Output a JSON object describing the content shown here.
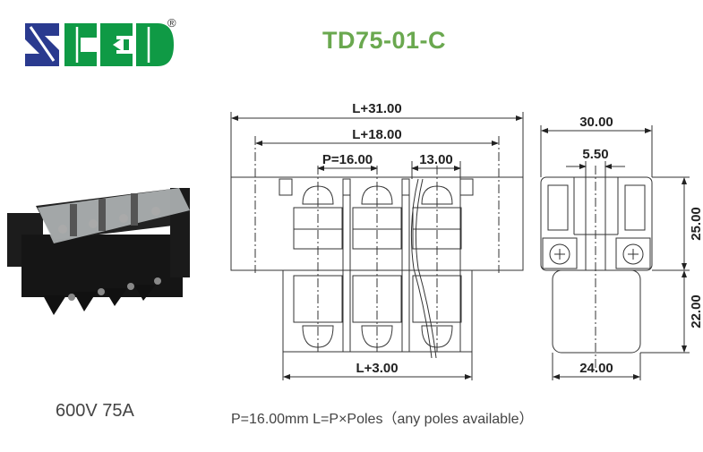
{
  "brand": {
    "logo_text": "SCED",
    "registered_mark": "®",
    "colors": {
      "S": "#2a3a8f",
      "CED": "#0f9a45"
    }
  },
  "product": {
    "model": "TD75-01-C",
    "title_color": "#6aa84f",
    "rating": "600V 75A",
    "note": "P=16.00mm  L=P×Poles（any poles available）"
  },
  "front_view": {
    "dims": {
      "overall": "L+31.00",
      "mounting": "L+18.00",
      "pitch": "P=16.00",
      "barrier": "13.00",
      "bottom": "L+3.00"
    },
    "poles_shown": 3
  },
  "side_view": {
    "dims": {
      "width": "30.00",
      "slot": "5.50",
      "upper_height": "25.00",
      "lower_height": "22.00",
      "base_width": "24.00"
    }
  },
  "photo": {
    "description": "black terminal block with clear cover, 4 positions"
  }
}
